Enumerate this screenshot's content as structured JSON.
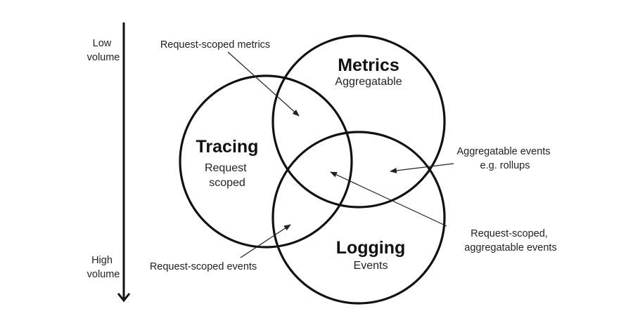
{
  "volume_axis": {
    "top_label": [
      "Low",
      "volume"
    ],
    "bottom_label": [
      "High",
      "volume"
    ]
  },
  "circles": {
    "metrics": {
      "title": "Metrics",
      "subtitle": [
        "Aggregatable"
      ]
    },
    "tracing": {
      "title": "Tracing",
      "subtitle": [
        "Request",
        "scoped"
      ]
    },
    "logging": {
      "title": "Logging",
      "subtitle": [
        "Events"
      ]
    }
  },
  "annotations": {
    "request_scoped_metrics": [
      "Request-scoped metrics"
    ],
    "aggregatable_events": [
      "Aggregatable events",
      "e.g. rollups"
    ],
    "request_scoped_aggregatable_events": [
      "Request-scoped,",
      "aggregatable events"
    ],
    "request_scoped_events": [
      "Request-scoped events"
    ]
  }
}
